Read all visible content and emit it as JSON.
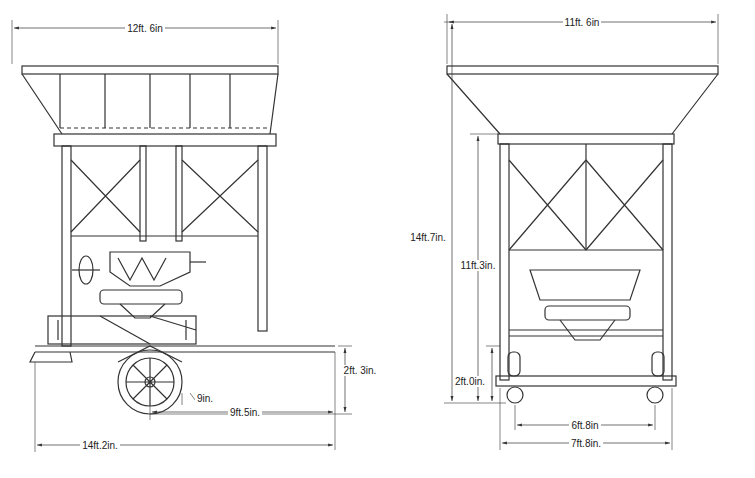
{
  "diagram": {
    "labels": [
      "12ft. 6in",
      "11ft. 6in",
      "14ft.7in.",
      "11ft.3in.",
      "2ft. 3in.",
      "9in.",
      "9ft.5in.",
      "14ft.2in.",
      "2ft.0in.",
      "6ft.8in",
      "7ft.8in."
    ]
  }
}
